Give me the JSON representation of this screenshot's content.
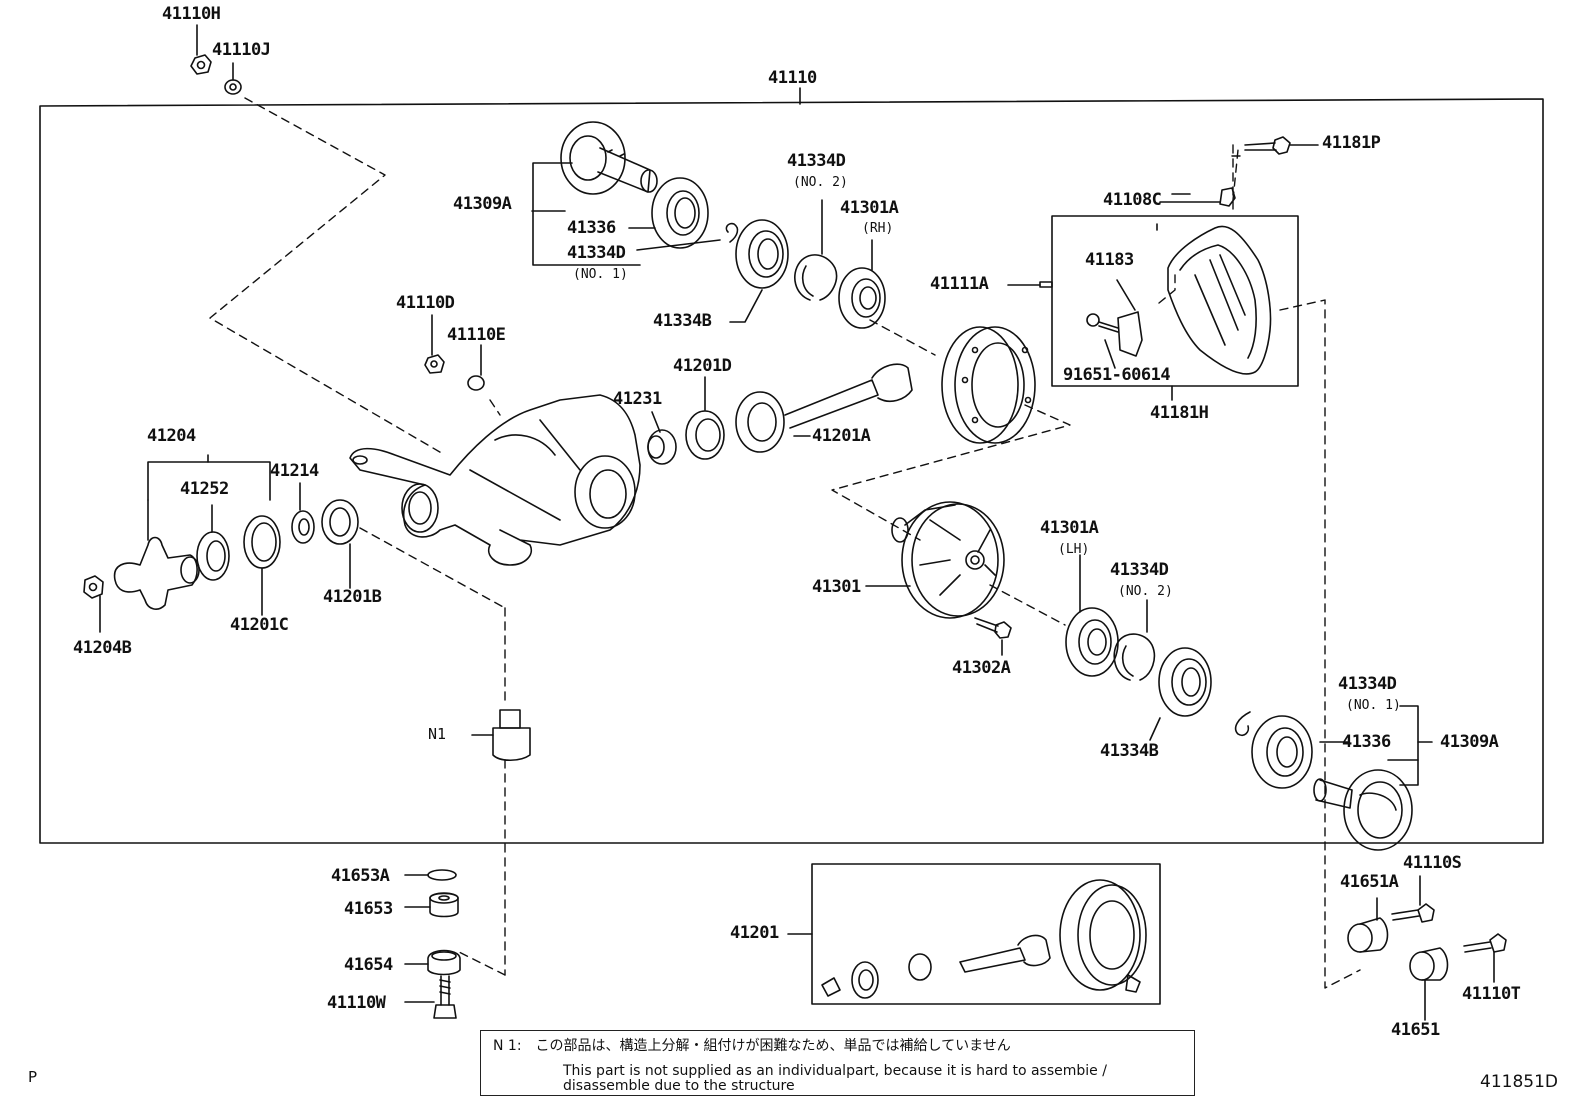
{
  "labels": {
    "l41110H": "41110H",
    "l41110J": "41110J",
    "l41110": "41110",
    "l41309A_top": "41309A",
    "l41336_top": "41336",
    "l41334D_top": "41334D",
    "l41334D_top_no": "(NO. 1)",
    "l41334D_mid": "41334D",
    "l41334D_mid_no": "(NO. 2)",
    "l41301A_top": "41301A",
    "l41301A_top_rh": "(RH)",
    "l41334B_top": "41334B",
    "l41181P": "41181P",
    "l41108C": "41108C",
    "l41183": "41183",
    "l41111A": "41111A",
    "l91651": "91651-60614",
    "l41181H": "41181H",
    "l41110D": "41110D",
    "l41110E": "41110E",
    "l41201D": "41201D",
    "l41231": "41231",
    "l41201A": "41201A",
    "l41204": "41204",
    "l41252": "41252",
    "l41214": "41214",
    "l41201B": "41201B",
    "l41201C": "41201C",
    "l41204B": "41204B",
    "l41301A_bot": "41301A",
    "l41301A_bot_lh": "(LH)",
    "l41334D_bot": "41334D",
    "l41334D_bot_no": "(NO. 2)",
    "l41301": "41301",
    "l41302A": "41302A",
    "l41334D_right": "41334D",
    "l41334D_right_no": "(NO. 1)",
    "l41336_right": "41336",
    "l41309A_right": "41309A",
    "l41334B_bot": "41334B",
    "lN1": "N1",
    "l41653A": "41653A",
    "l41653": "41653",
    "l41654": "41654",
    "l41110W": "41110W",
    "l41201_kit": "41201",
    "l41110S": "41110S",
    "l41651A": "41651A",
    "l41110T": "41110T",
    "l41651": "41651",
    "corner_p": "P",
    "diagram_id": "411851D"
  },
  "note": {
    "jp": "N 1:　この部品は、構造上分解・組付けが困難なため、単品では補給していません",
    "en1": "This part is not supplied as an individualpart, because it is hard to assembie /",
    "en2": "disassemble due to the structure"
  }
}
